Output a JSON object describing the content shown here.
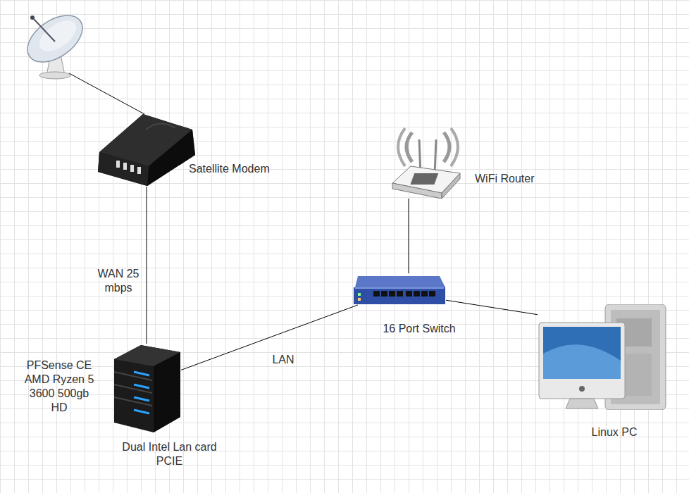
{
  "diagram": {
    "nodes": [
      {
        "text": [
          "Satellite Modem"
        ]
      },
      {
        "text": [
          "WiFi Router"
        ]
      },
      {
        "text": [
          "16 Port Switch"
        ]
      },
      {
        "text": [
          "PFSense CE AMD Ryzen 5 3600 500gb HD",
          "Dual Intel Lan card PCIE"
        ]
      },
      {
        "text": [
          "Linux PC"
        ]
      }
    ],
    "edges": [
      {
        "from": 0,
        "to": 3,
        "arrow": "none",
        "label": "WAN 25 mbps"
      },
      {
        "from": 3,
        "to": 2,
        "arrow": "none",
        "label": "LAN"
      },
      {
        "from": 2,
        "to": 1,
        "arrow": "none"
      },
      {
        "from": 2,
        "to": 4,
        "arrow": "none"
      }
    ]
  }
}
